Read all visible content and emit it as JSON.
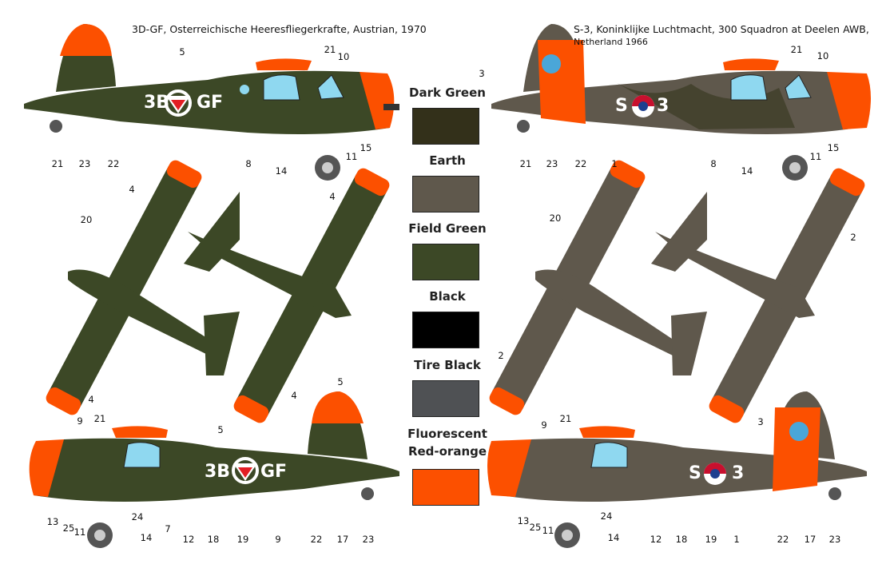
{
  "schemes": [
    {
      "title": "3D-GF, Osterreichische Heeresfliegerkrafte, Austrian, 1970",
      "registration": [
        "3B",
        "GF"
      ]
    },
    {
      "title": "S-3, Koninklijke Luchtmacht, 300 Squadron at Deelen AWB,",
      "title_line2": "Netherland 1966",
      "registration": [
        "S",
        "3"
      ]
    }
  ],
  "palette": [
    {
      "name": "Dark Green",
      "color": "#33301a"
    },
    {
      "name": "Earth",
      "color": "#5f584c"
    },
    {
      "name": "Field Green",
      "color": "#3c4826"
    },
    {
      "name": "Black",
      "color": "#000000"
    },
    {
      "name": "Tire Black",
      "color": "#4f5154"
    },
    {
      "name": "Fluorescent",
      "name_line2": "Red-orange",
      "color": "#fc5000"
    }
  ],
  "callouts": {
    "tl": [
      "5",
      "21",
      "10",
      "21",
      "23",
      "22",
      "8",
      "14",
      "11",
      "15"
    ],
    "ml": [
      "4",
      "20",
      "4",
      "4",
      "4"
    ],
    "bl": [
      "5",
      "9",
      "21",
      "5",
      "13",
      "25",
      "11",
      "14",
      "24",
      "7",
      "12",
      "18",
      "19",
      "9",
      "22",
      "17",
      "23"
    ],
    "tr": [
      "3",
      "21",
      "10",
      "21",
      "23",
      "22",
      "1",
      "8",
      "14",
      "11",
      "15"
    ],
    "mr": [
      "20",
      "2",
      "2"
    ],
    "br": [
      "3",
      "9",
      "21",
      "13",
      "25",
      "11",
      "14",
      "24",
      "12",
      "18",
      "19",
      "1",
      "22",
      "17",
      "23"
    ]
  }
}
